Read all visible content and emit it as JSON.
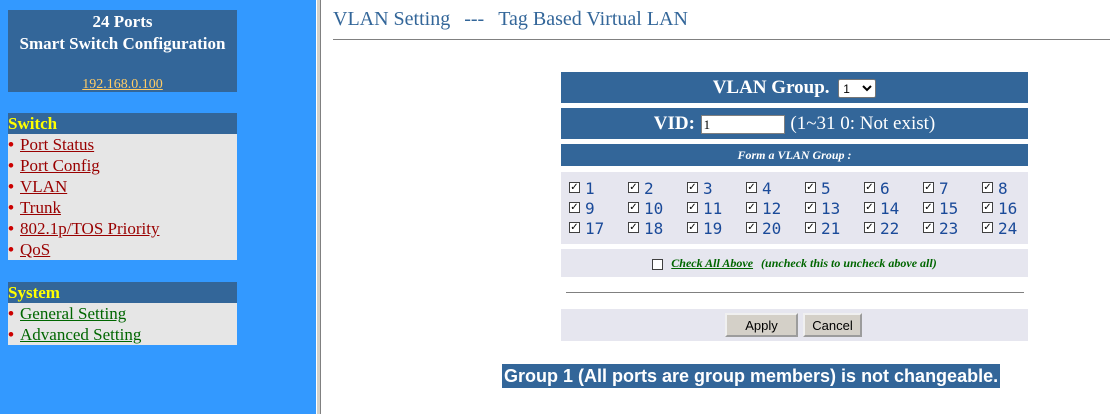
{
  "nav": {
    "header": {
      "line1": "24 Ports",
      "line2": "Smart Switch Configuration",
      "ip": "192.168.0.100"
    },
    "switch": {
      "title": "Switch",
      "items": [
        "Port Status",
        "Port Config",
        "VLAN",
        "Trunk",
        "802.1p/TOS Priority",
        "QoS"
      ]
    },
    "system": {
      "title": "System",
      "items": [
        "General Setting",
        "Advanced Setting"
      ]
    },
    "bullet": "•"
  },
  "page": {
    "title_left": "VLAN Setting",
    "title_sep": "---",
    "title_right": "Tag Based Virtual LAN"
  },
  "form": {
    "group_label": "VLAN Group.",
    "group_selected": "1",
    "vid_label": "VID:",
    "vid_value": "1",
    "vid_hint": "(1~31  0: Not exist)",
    "form_group_label": "Form a VLAN Group :",
    "ports": [
      {
        "n": "1",
        "checked": true
      },
      {
        "n": "2",
        "checked": true
      },
      {
        "n": "3",
        "checked": true
      },
      {
        "n": "4",
        "checked": true
      },
      {
        "n": "5",
        "checked": true
      },
      {
        "n": "6",
        "checked": true
      },
      {
        "n": "7",
        "checked": true
      },
      {
        "n": "8",
        "checked": true
      },
      {
        "n": "9",
        "checked": true
      },
      {
        "n": "10",
        "checked": true
      },
      {
        "n": "11",
        "checked": true
      },
      {
        "n": "12",
        "checked": true
      },
      {
        "n": "13",
        "checked": true
      },
      {
        "n": "14",
        "checked": true
      },
      {
        "n": "15",
        "checked": true
      },
      {
        "n": "16",
        "checked": true
      },
      {
        "n": "17",
        "checked": true
      },
      {
        "n": "18",
        "checked": true
      },
      {
        "n": "19",
        "checked": true
      },
      {
        "n": "20",
        "checked": true
      },
      {
        "n": "21",
        "checked": true
      },
      {
        "n": "22",
        "checked": true
      },
      {
        "n": "23",
        "checked": true
      },
      {
        "n": "24",
        "checked": true
      }
    ],
    "check_all_label": "Check All Above",
    "check_all_hint": "(uncheck this to uncheck above all)",
    "check_all_checked": false,
    "apply_label": "Apply",
    "cancel_label": "Cancel"
  },
  "notice": "Group 1 (All ports are group members) is not changeable.",
  "colors": {
    "sidebar_bg": "#3399ff",
    "header_bg": "#336699",
    "menu_title": "#ffff00",
    "ip_link": "#ffcc66"
  }
}
